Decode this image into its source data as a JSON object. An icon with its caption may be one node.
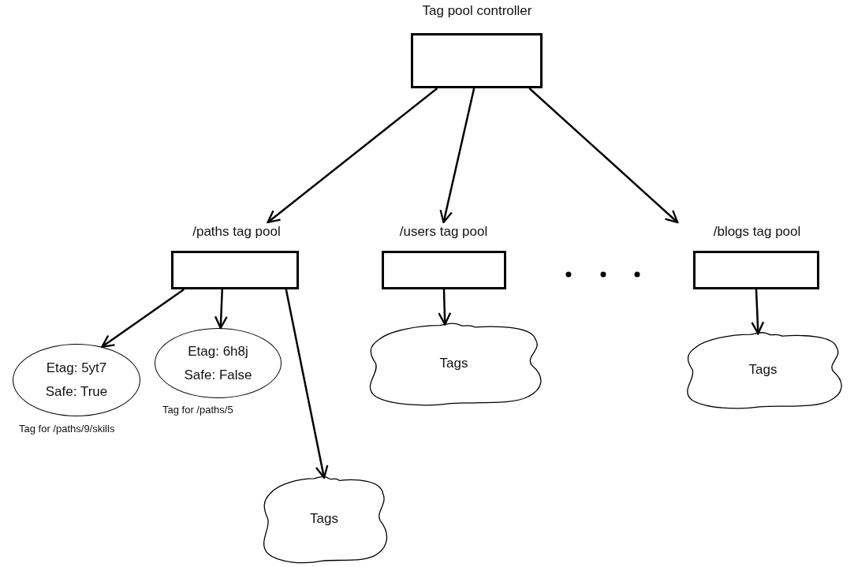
{
  "diagram": {
    "nodes": [
      {
        "text": [
          "Tag pool controller"
        ]
      },
      {
        "text": [
          "/paths tag pool"
        ]
      },
      {
        "text": [
          "/users tag pool"
        ]
      },
      {
        "text": [
          "/blogs tag pool"
        ]
      },
      {
        "text": [
          "Etag: 5yt7",
          "Safe: True"
        ],
        "beside": [
          "Tag for /paths/9/skills"
        ]
      },
      {
        "text": [
          "Etag: 6h8j",
          "Safe: False"
        ],
        "beside": [
          "Tag for /paths/5"
        ]
      },
      {
        "text": [
          "Tags"
        ]
      },
      {
        "text": [
          "Tags"
        ]
      },
      {
        "text": [
          "Tags"
        ]
      }
    ],
    "edges": [
      {
        "from": 0,
        "to": 1,
        "arrow": "to"
      },
      {
        "from": 0,
        "to": 2,
        "arrow": "to"
      },
      {
        "from": 0,
        "to": 3,
        "arrow": "to"
      },
      {
        "from": 1,
        "to": 4,
        "arrow": "to"
      },
      {
        "from": 1,
        "to": 5,
        "arrow": "to"
      },
      {
        "from": 1,
        "to": 6,
        "arrow": "to"
      },
      {
        "from": 2,
        "to": 7,
        "arrow": "to"
      },
      {
        "from": 3,
        "to": 8,
        "arrow": "to"
      }
    ]
  }
}
